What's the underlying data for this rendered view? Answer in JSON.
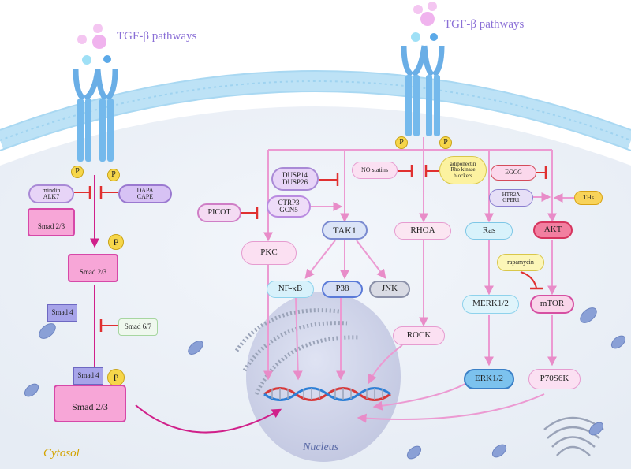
{
  "titles": {
    "left": "TGF-β pathways",
    "right": "TGF-β pathways"
  },
  "cytosol": "Cytosol",
  "nucleus": "Nucleus",
  "phospho": "P",
  "left": {
    "inhib_left": [
      "mindin",
      "ALK7"
    ],
    "inhib_right": [
      "DAPA",
      "CAPE"
    ],
    "smad23_a": "Smad 2/3",
    "smad23_b": "Smad 2/3",
    "smad23_c": "Smad 2/3",
    "smad4_a": "Smad 4",
    "smad4_b": "Smad 4",
    "smad67": "Smad 6/7"
  },
  "right": {
    "dusp": [
      "DUSP14",
      "DUSP26"
    ],
    "no_statins": "NO statins",
    "adiponectin": [
      "adiponectin",
      "Rho kinase",
      "blockers"
    ],
    "egcg": "EGCG",
    "picot": "PICOT",
    "ctrp": [
      "CTRP3",
      "GCN5"
    ],
    "htr": [
      "HTR2A",
      "GPER1"
    ],
    "ths": "THs",
    "tak1": "TAK1",
    "rhoa": "RHOA",
    "ras": "Ras",
    "akt": "AKT",
    "pkc": "PKC",
    "rapamycin": "rapamycin",
    "nfkb": "NF-κB",
    "p38": "P38",
    "jnk": "JNK",
    "merk": "MERK1/2",
    "mtor": "mTOR",
    "rock": "ROCK",
    "erk": "ERK1/2",
    "p70": "P70S6K"
  }
}
